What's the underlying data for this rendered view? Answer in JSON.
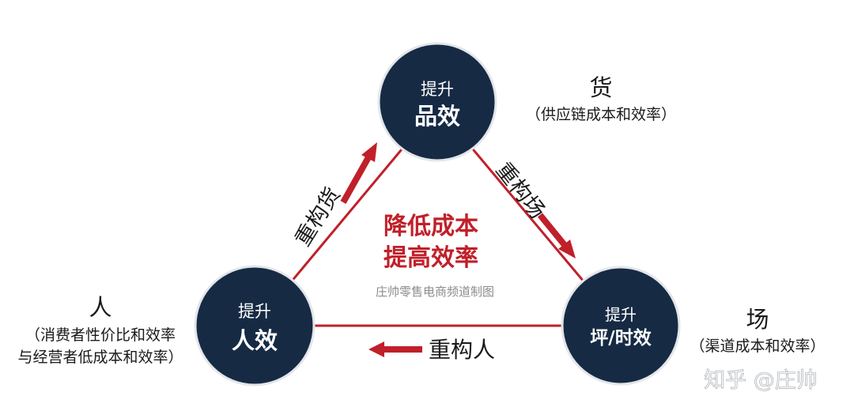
{
  "nodes": {
    "top": {
      "line1": "提升",
      "line2": "品效"
    },
    "left": {
      "line1": "提升",
      "line2": "人效"
    },
    "right": {
      "line1": "提升",
      "line2": "坪/时效"
    }
  },
  "labels": {
    "goods": {
      "title": "货",
      "desc": "（供应链成本和效率）"
    },
    "people": {
      "title": "人",
      "desc1": "（消费者性价比和效率",
      "desc2": "与经营者低成本和效率）"
    },
    "place": {
      "title": "场",
      "desc": "（渠道成本和效率）"
    }
  },
  "arrows": {
    "left": "重构货",
    "right": "重构场",
    "bottom": "重构人"
  },
  "center": {
    "line1": "降低成本",
    "line2": "提高效率",
    "caption": "庄帅零售电商频道制图"
  },
  "watermark": "知乎 @庄帅",
  "colors": {
    "node": "#162a44",
    "accent": "#c0202a",
    "text": "#1a1a1a"
  }
}
